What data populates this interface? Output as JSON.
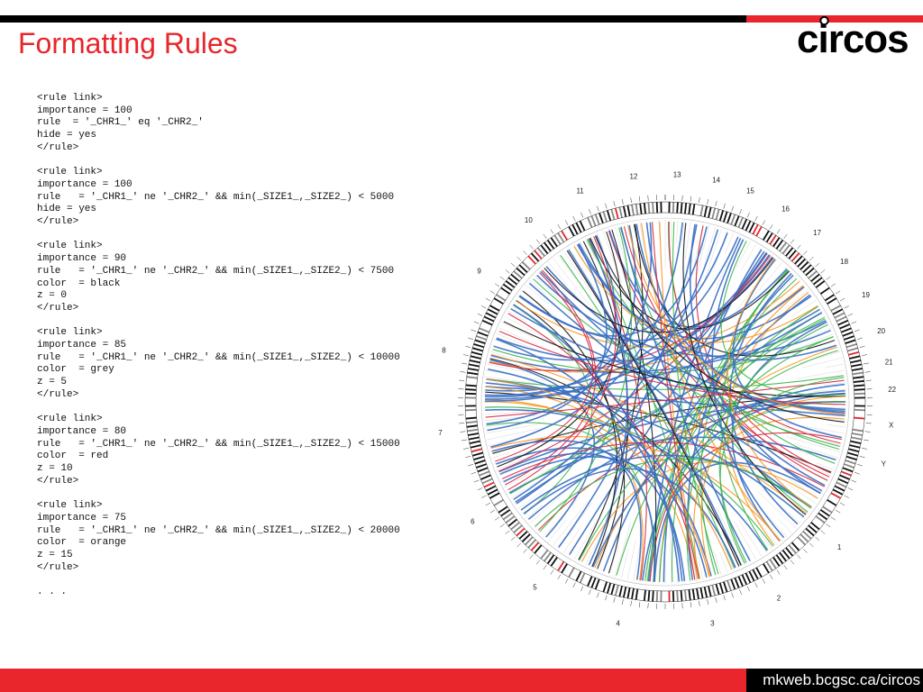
{
  "slide": {
    "title": "Formatting Rules",
    "logo_text": "circos",
    "footer_url": "mkweb.bcgsc.ca/circos",
    "code_lines": [
      "<rule link>",
      "importance = 100",
      "rule  = '_CHR1_' eq '_CHR2_'",
      "hide = yes",
      "</rule>",
      "",
      "<rule link>",
      "importance = 100",
      "rule   = '_CHR1_' ne '_CHR2_' && min(_SIZE1_,_SIZE2_) < 5000",
      "hide = yes",
      "</rule>",
      "",
      "<rule link>",
      "importance = 90",
      "rule   = '_CHR1_' ne '_CHR2_' && min(_SIZE1_,_SIZE2_) < 7500",
      "color  = black",
      "z = 0",
      "</rule>",
      "",
      "<rule link>",
      "importance = 85",
      "rule   = '_CHR1_' ne '_CHR2_' && min(_SIZE1_,_SIZE2_) < 10000",
      "color  = grey",
      "z = 5",
      "</rule>",
      "",
      "<rule link>",
      "importance = 80",
      "rule   = '_CHR1_' ne '_CHR2_' && min(_SIZE1_,_SIZE2_) < 15000",
      "color  = red",
      "z = 10",
      "</rule>",
      "",
      "<rule link>",
      "importance = 75",
      "rule   = '_CHR1_' ne '_CHR2_' && min(_SIZE1_,_SIZE2_) < 20000",
      "color  = orange",
      "z = 15",
      "</rule>",
      "",
      ". . ."
    ]
  },
  "colors": {
    "accent_red": "#e8262b",
    "bar_black": "#000000",
    "link_blue": "#3a6fc4",
    "link_green": "#39b54a",
    "link_orange": "#f7941d",
    "link_black": "#111111",
    "link_red": "#d7263d"
  },
  "circos_plot": {
    "chromosome_labels": [
      "1",
      "2",
      "3",
      "4",
      "5",
      "6",
      "7",
      "8",
      "9",
      "10",
      "11",
      "12",
      "13",
      "14",
      "15",
      "16",
      "17",
      "18",
      "19",
      "20",
      "21",
      "22",
      "X",
      "Y"
    ]
  }
}
